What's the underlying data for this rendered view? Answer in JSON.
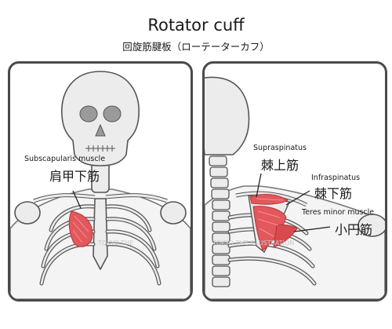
{
  "header": {
    "title": "Rotator cuff",
    "subtitle": "回旋筋腱板（ローテーターカフ）"
  },
  "front_panel": {
    "label_en": "Subscapularis muscle",
    "label_jp": "肩甲下筋",
    "watermark": "TOKYO THE"
  },
  "back_panel": {
    "labels": [
      {
        "en": "Supraspinatus",
        "jp": "棘上筋"
      },
      {
        "en": "Infraspinatus",
        "jp": "棘下筋"
      },
      {
        "en": "Teres minor muscle",
        "jp": "小円筋"
      }
    ],
    "watermark": "TOKYO THE ILLUSTRATION"
  },
  "colors": {
    "muscle": "#e2585c",
    "bone_fill": "#ececec",
    "bone_stroke": "#555555",
    "border": "#4a4a4a"
  }
}
